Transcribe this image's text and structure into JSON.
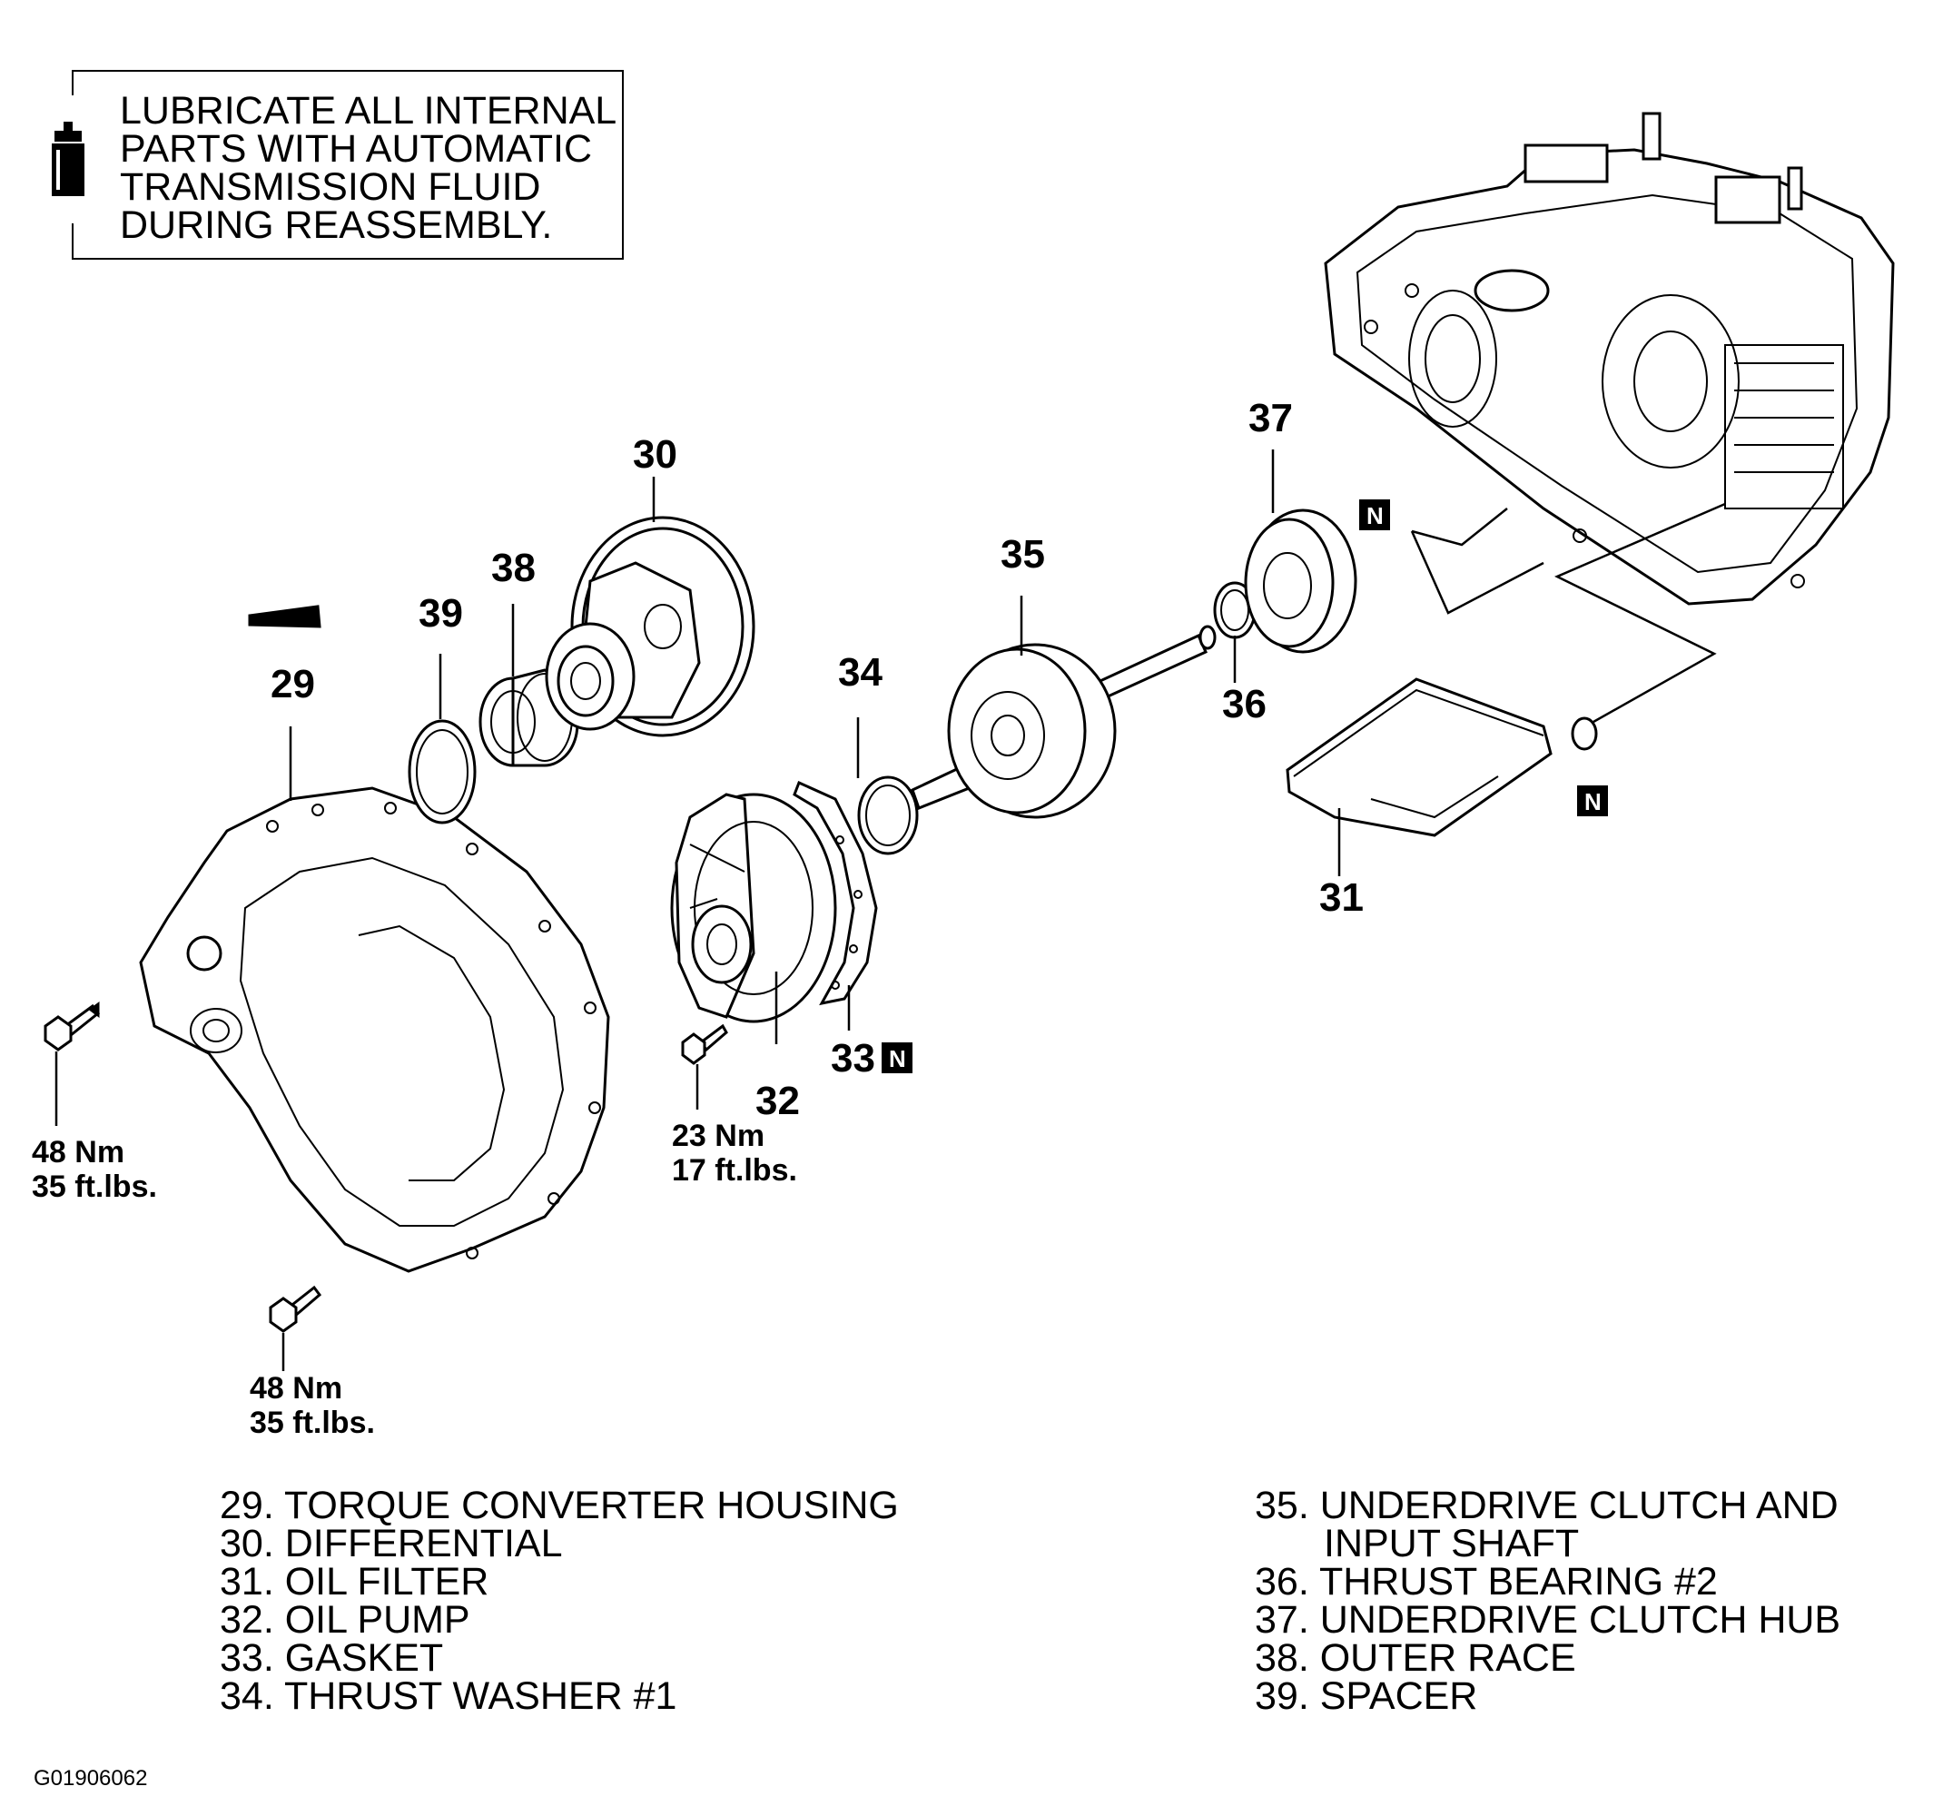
{
  "notice": {
    "lines": [
      "LUBRICATE ALL INTERNAL",
      "PARTS  WITH  AUTOMATIC",
      "TRANSMISSION  FLUID",
      "DURING  REASSEMBLY."
    ],
    "icon": "oil-bottle-icon"
  },
  "callouts": {
    "c29": "29",
    "c30": "30",
    "c31": "31",
    "c32": "32",
    "c33": "33",
    "c34": "34",
    "c35": "35",
    "c36": "36",
    "c37": "37",
    "c38": "38",
    "c39": "39"
  },
  "new_part_marker": "N",
  "torque_specs": [
    {
      "nm": "48  Nm",
      "ftlbs": "35  ft.lbs."
    },
    {
      "nm": "48  Nm",
      "ftlbs": "35  ft.lbs."
    },
    {
      "nm": "23  Nm",
      "ftlbs": "17  ft.lbs."
    }
  ],
  "legend_left": [
    "29.  TORQUE  CONVERTER  HOUSING",
    "30.  DIFFERENTIAL",
    "31.  OIL  FILTER",
    "32.  OIL  PUMP",
    "33.  GASKET",
    "34.  THRUST  WASHER  #1"
  ],
  "legend_right": [
    "35.  UNDERDRIVE  CLUTCH  AND",
    "INPUT  SHAFT",
    "36.  THRUST  BEARING  #2",
    "37.  UNDERDRIVE  CLUTCH  HUB",
    "38.  OUTER  RACE",
    "39.  SPACER"
  ],
  "figure_id": "G01906062"
}
